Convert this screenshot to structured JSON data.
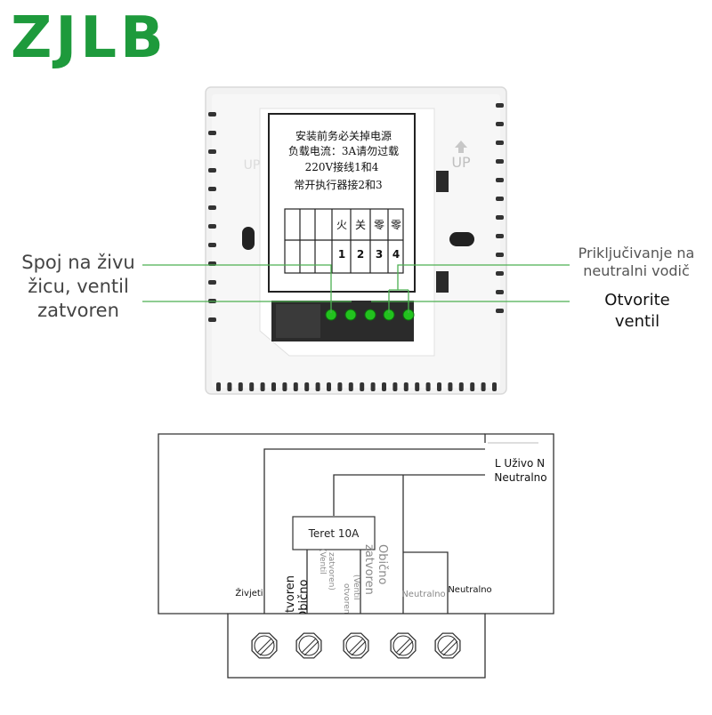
{
  "brand": {
    "logo_text": "ZJLB",
    "color": "#1e9a3c"
  },
  "device": {
    "label_lines": [
      "安装前务必关掉电源",
      "负载电流：3A请勿过载",
      "220V接线1和4",
      "常开执行器接2和3"
    ],
    "terminal_heads": [
      "火",
      "关",
      "零",
      "零"
    ],
    "terminal_numbers": [
      "1",
      "2",
      "3",
      "4"
    ],
    "up_label": "UP",
    "left_up_label": "UP"
  },
  "callouts": {
    "left": [
      "Spoj na živu",
      "žicu, ventil",
      "zatvoren"
    ],
    "right_top": [
      "Priključivanje na",
      "neutralni vodič"
    ],
    "right_bottom": [
      "Otvorite",
      "ventil"
    ]
  },
  "wiring": {
    "top_right": [
      "L Uživo N",
      "Neutralno"
    ],
    "load": "Teret 10A",
    "label_zivjeti": "Živjeti",
    "label_neutralno_1": "Neutralno",
    "label_neutralno_2": "Neutralno",
    "nc_big": [
      "Obično",
      "zatvoren"
    ],
    "nc_small": [
      "(Ventil",
      "otvoren)"
    ],
    "no_big": [
      "Obično",
      "otvoren"
    ],
    "no_small": [
      "(Ventil",
      "zatvoren)"
    ]
  },
  "colors": {
    "green_line": "#4caf50",
    "terminal_green": "#22c21e"
  }
}
